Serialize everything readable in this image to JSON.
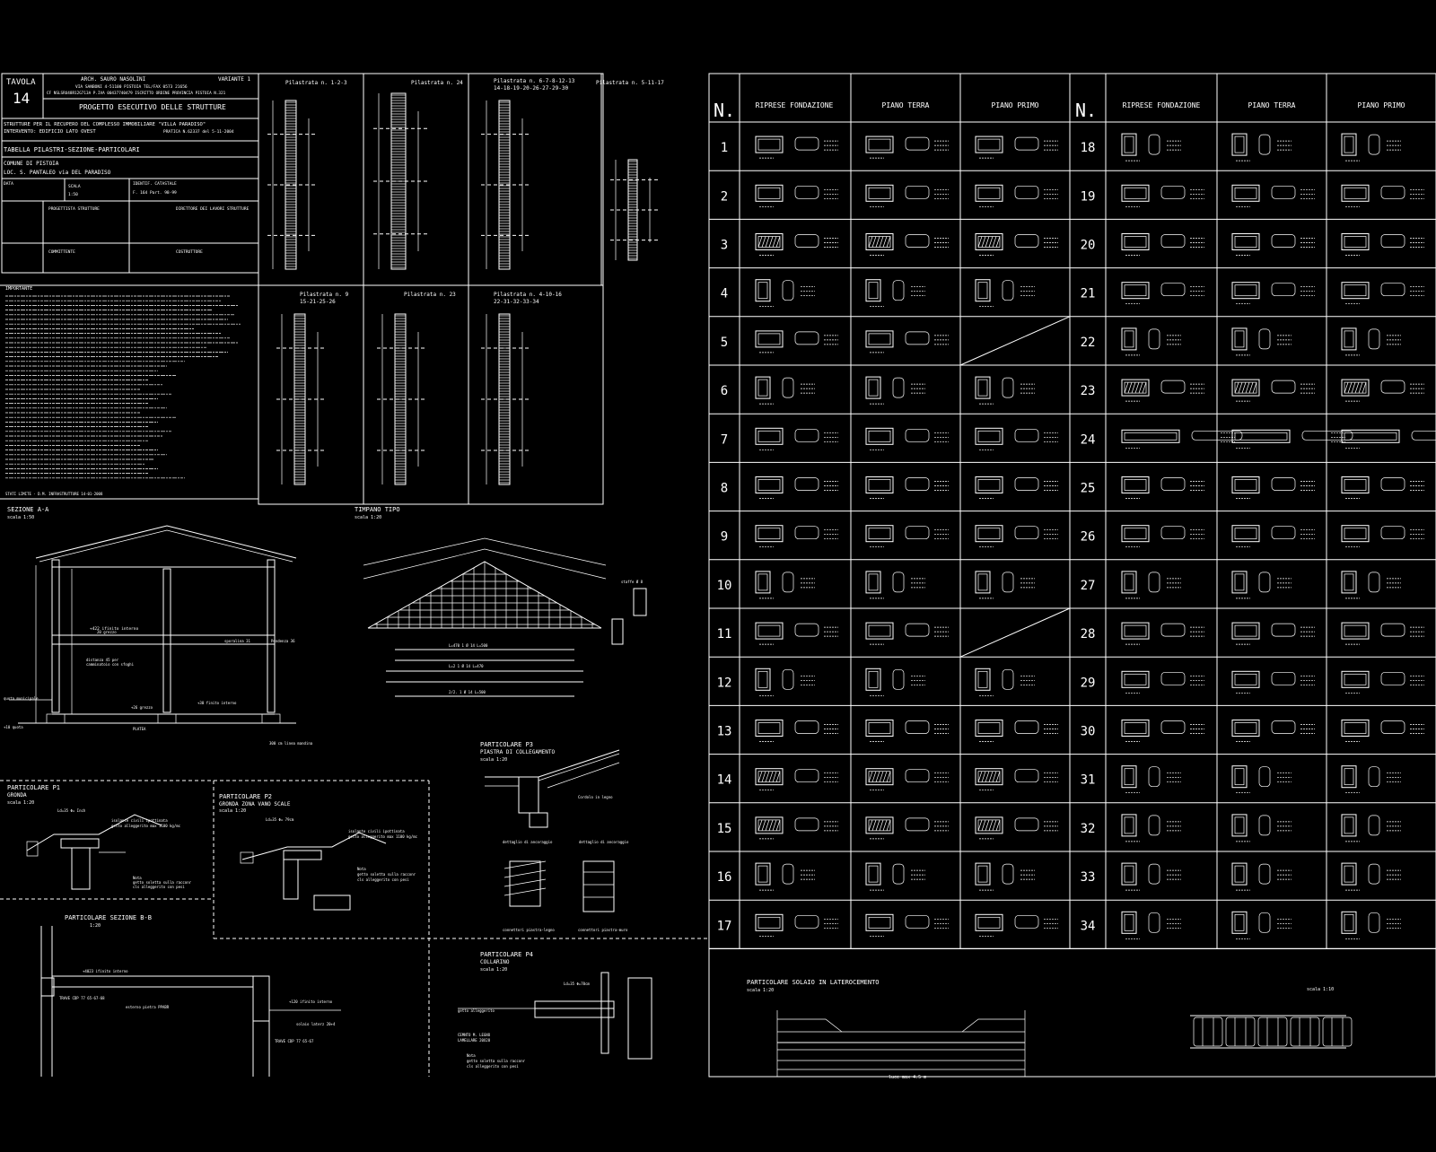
{
  "title_block": {
    "tavola_label": "TAVOLA",
    "tavola_number": "14",
    "architect": "ARCH. SAURO NASOLINI",
    "variant": "VARIANTE 1",
    "address": "VIA SANBONI 4-51100 PISTOIA TEL/FAX 0573 21656",
    "fiscal": "CF NSLSRU48R12G713A P.IVA 00437740479 ISCRITTO ORDINE PROVINCIA PISTOIA N.321",
    "project_title": "PROGETTO ESECUTIVO DELLE STRUTTURE",
    "description_1": "STRUTTURE PER IL RECUPERO DEL COMPLESSO IMMOBILIARE \"VILLA PARADISO\"",
    "description_2": "INTERVENTO: EDIFICIO LATO OVEST",
    "pratica": "PRATICA N.62337 del 5-11-2004",
    "table_title": "TABELLA PILASTRI-SEZIONE-PARTICOLARI",
    "comune": "COMUNE DI PISTOIA",
    "location": "LOC. S. PANTALEO via DEL PARADISO",
    "data_label": "DATA",
    "scala_label": "SCALA",
    "scala_value": "1:50",
    "catasto_label": "IDENTIF. CATASTALE",
    "catasto_value": "F. 164 Part. 98-99",
    "progettista": "PROGETTISTA STRUTTURE",
    "direttore": "DIRETTORE DEI LAVORI STRUTTURE",
    "committente": "COMMITTENTE",
    "costruttore": "COSTRUTTORE"
  },
  "pillar_details": [
    {
      "title": "Pilastrata n. 1-2-3"
    },
    {
      "title": "Pilastrata n. 24"
    },
    {
      "title": "Pilastrata n. 6-7-8-12-13",
      "subtitle": "14-18-19-20-26-27-29-30"
    },
    {
      "title": "Pilastrata n. 5-11-17"
    },
    {
      "title": "Pilastrata n. 9",
      "subtitle": "15-21-25-26"
    },
    {
      "title": "Pilastrata n. 23"
    },
    {
      "title": "Pilastrata n. 4-10-16",
      "subtitle": "22-31-32-33-34"
    }
  ],
  "notes": {
    "heading": "IMPORTANTE",
    "footer": "STATI LIMITE - D.M. INFRASTRUTTURE 14-01-2008"
  },
  "drawings": {
    "section_aa": {
      "title": "SEZIONE A-A",
      "scale": "scala 1:50"
    },
    "timpano": {
      "title": "TIMPANO TIPO",
      "scale": "scala 1:20"
    },
    "p1": {
      "title": "PARTICOLARE P1",
      "subtitle": "GRONDA",
      "scale": "scala 1:20"
    },
    "p2": {
      "title": "PARTICOLARE P2",
      "subtitle": "GRONDA ZONA VANO SCALE",
      "scale": "scala 1:20"
    },
    "p3": {
      "title": "PARTICOLARE P3",
      "subtitle": "PIASTRA DI COLLEGAMENTO",
      "scale": "scala 1:20"
    },
    "p4": {
      "title": "PARTICOLARE P4",
      "subtitle": "COLLARINO",
      "scale": "scala 1:20"
    },
    "sez_bb": {
      "title": "PARTICOLARE SEZIONE B-B",
      "scale": "1:20"
    },
    "solai": {
      "title": "PARTICOLARE SOLAIO IN LATEROCEMENTO",
      "scale": "scala 1:20",
      "scale2": "scala 1:10",
      "span": "luce max 4.5 m"
    }
  },
  "schedule": {
    "n_header": "N.",
    "col_headers": [
      "RIPRESE FONDAZIONE",
      "PIANO TERRA",
      "PIANO PRIMO"
    ],
    "left_numbers": [
      "1",
      "2",
      "3",
      "4",
      "5",
      "6",
      "7",
      "8",
      "9",
      "10",
      "11",
      "12",
      "13",
      "14",
      "15",
      "16",
      "17"
    ],
    "right_numbers": [
      "18",
      "19",
      "20",
      "21",
      "22",
      "23",
      "24",
      "25",
      "26",
      "27",
      "28",
      "29",
      "30",
      "31",
      "32",
      "33",
      "34"
    ]
  }
}
